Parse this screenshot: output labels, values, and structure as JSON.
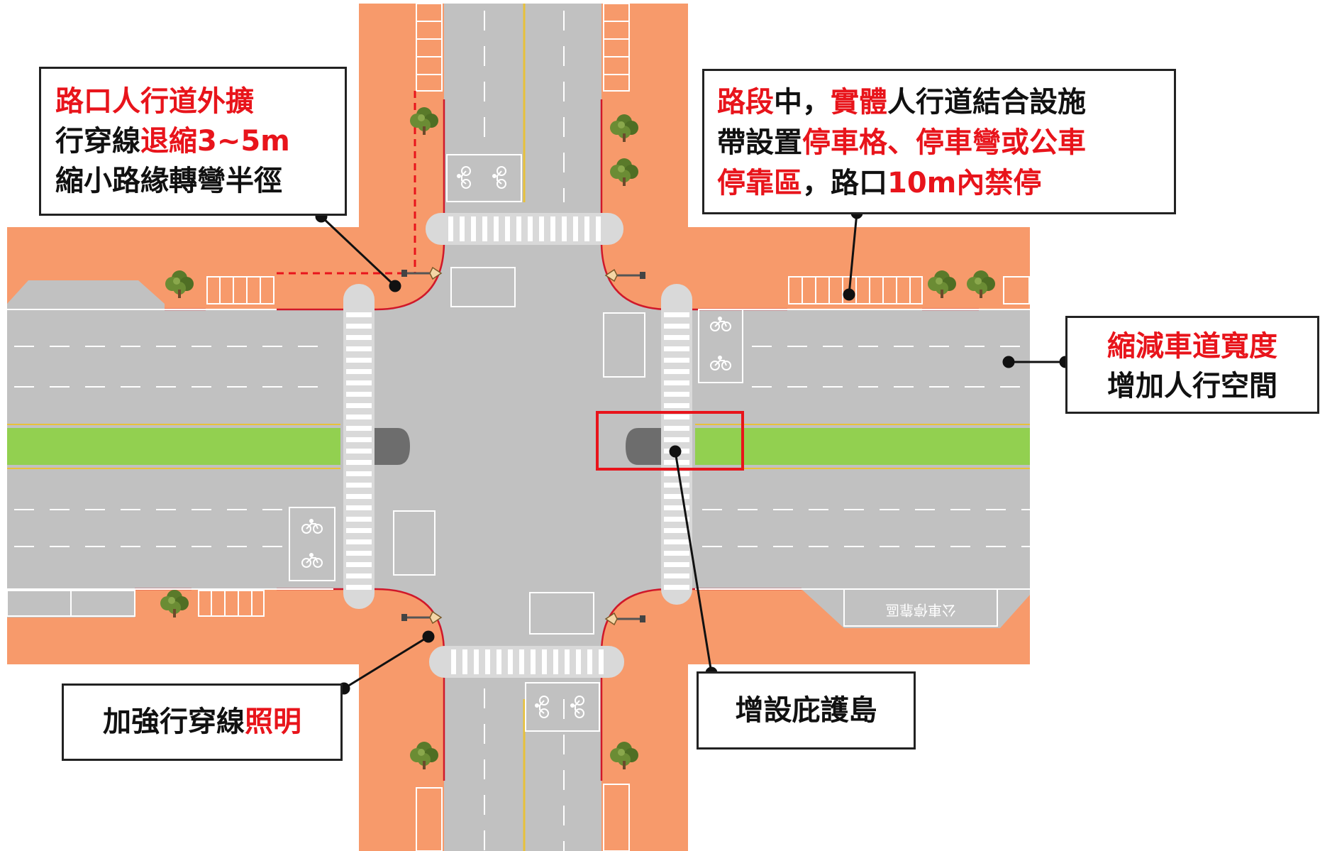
{
  "callouts": {
    "corner_extension": {
      "title": "路口人行道外擴",
      "line2_a": "行穿線",
      "line2_b": "退縮3~5m",
      "line3": "縮小路緣轉彎半徑"
    },
    "midblock_parking": {
      "l1_a": "路段",
      "l1_b": "中，",
      "l1_c": "實體",
      "l1_d": "人行道結合設施",
      "l2_a": "帶設置",
      "l2_b": "停車格、停車彎或公車",
      "l3_a": "停靠區",
      "l3_b": "，路口",
      "l3_c": "10m內禁停"
    },
    "lane_width": {
      "title": "縮減車道寬度",
      "line2": "增加人行空間"
    },
    "lighting": {
      "a": "加強行穿線",
      "b": "照明"
    },
    "refuge_island": {
      "text": "增設庇護島"
    }
  },
  "bus_stop_label": "公車停靠區",
  "colors": {
    "sidewalk": "#f79a6b",
    "road": "#c1c1c1",
    "median_green": "#92d050",
    "highlight_red": "#e8141b",
    "curb_red": "#d0182a",
    "yellow_line": "#e8c13a"
  }
}
